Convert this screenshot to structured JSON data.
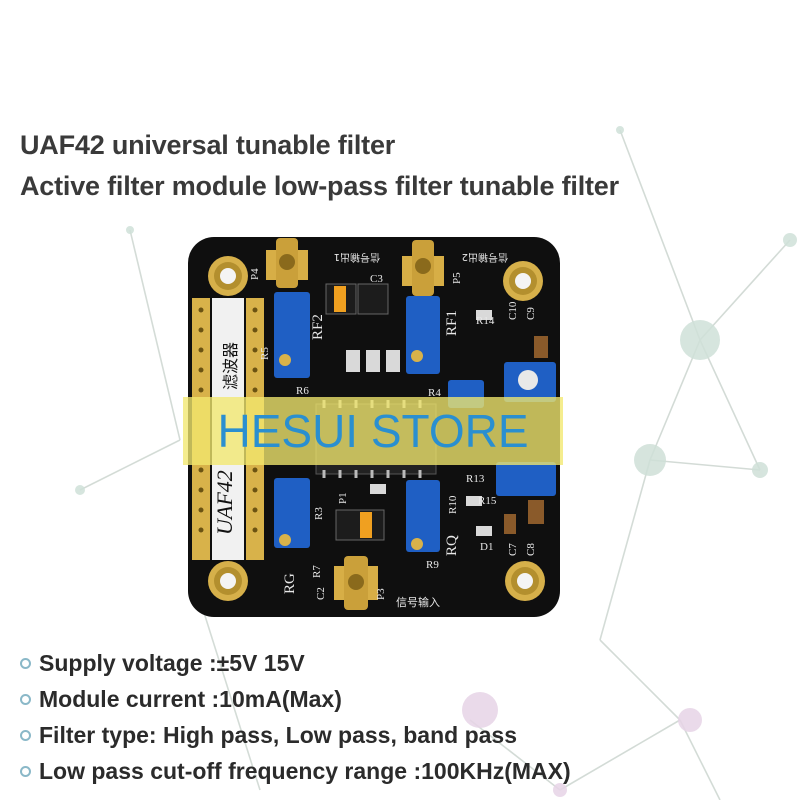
{
  "title": {
    "line1": "UAF42 universal tunable filter",
    "line2": "Active filter module low-pass filter tunable filter"
  },
  "watermark": "HESUI STORE",
  "board": {
    "silk_left": "UAF42",
    "silk_left_cn": "滤波器",
    "header_top_left": "信号输出1",
    "header_top_right": "信号输出2",
    "input_label": "信号输入",
    "labels": [
      "P4",
      "P5",
      "P3",
      "C3",
      "RF2",
      "RF1",
      "R14",
      "C10",
      "C9",
      "R5",
      "R6",
      "R4",
      "R13",
      "R10",
      "R15",
      "D1",
      "C7",
      "C8",
      "RG",
      "RQ",
      "R9",
      "R3",
      "P1",
      "R7",
      "C2"
    ]
  },
  "specs": [
    "Supply voltage :±5V 15V",
    "Module current :10mA(Max)",
    "Filter type: High pass, Low pass, band pass",
    "Low pass cut-off frequency range :100KHz(MAX)"
  ],
  "colors": {
    "pcb": "#111111",
    "gold": "#d8b24a",
    "trimmer_blue": "#1f5fc4",
    "watermark_bg": "#f2e86e",
    "watermark_text": "#2a8fd0",
    "bullet": "#8ab8c8"
  }
}
